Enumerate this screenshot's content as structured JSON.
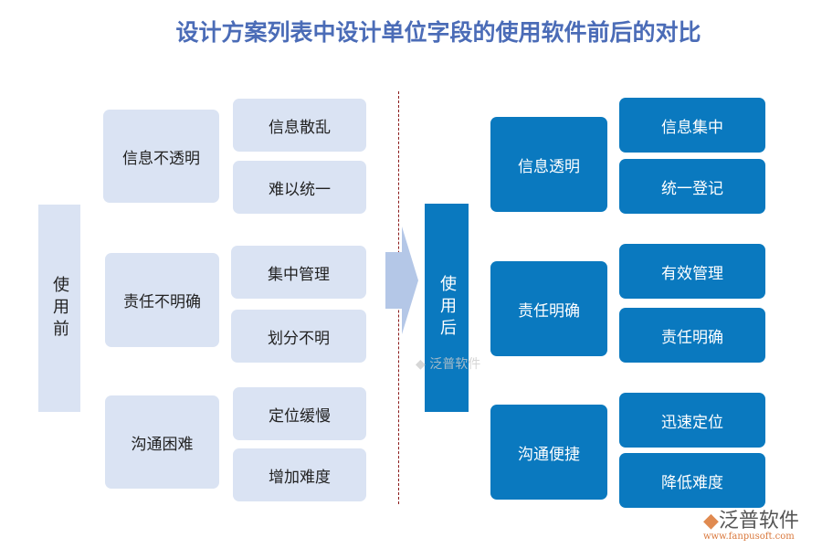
{
  "title": "设计方案列表中设计单位字段的使用软件前后的对比",
  "before": {
    "label": "使用前",
    "groups": [
      {
        "name": "信息不透明",
        "items": [
          "信息散乱",
          "难以统一"
        ]
      },
      {
        "name": "责任不明确",
        "items": [
          "集中管理",
          "划分不明"
        ]
      },
      {
        "name": "沟通困难",
        "items": [
          "定位缓慢",
          "增加难度"
        ]
      }
    ]
  },
  "after": {
    "label": "使用后",
    "groups": [
      {
        "name": "信息透明",
        "items": [
          "信息集中",
          "统一登记"
        ]
      },
      {
        "name": "责任明确",
        "items": [
          "有效管理",
          "责任明确"
        ]
      },
      {
        "name": "沟通便捷",
        "items": [
          "迅速定位",
          "降低难度"
        ]
      }
    ]
  },
  "logo": {
    "name": "泛普软件",
    "url": "www.fanpusoft.com"
  },
  "colors": {
    "before": "#dae3f3",
    "after": "#0a79bf",
    "title": "#4b6cb7",
    "arrow": "#b4c7e7"
  }
}
